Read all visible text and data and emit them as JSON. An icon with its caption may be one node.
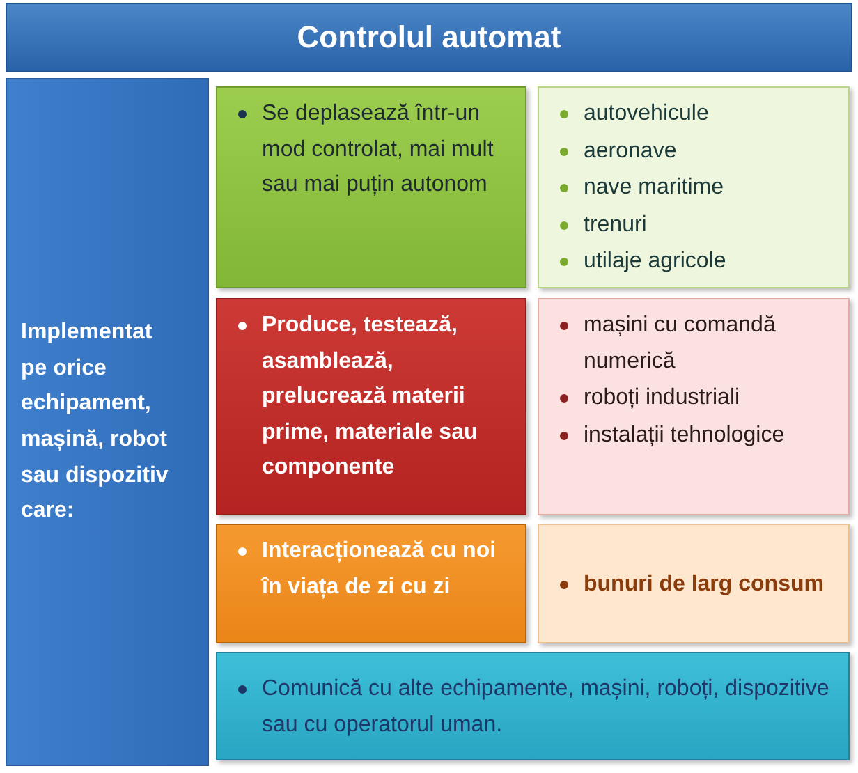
{
  "diagram": {
    "nodes": [
      {
        "text": [
          "Controlul automat"
        ]
      },
      {
        "text": [
          "Implementat pe orice echipament, mașină, robot sau dispozitiv care:"
        ]
      },
      {
        "text": [
          "Se deplasează într-un mod controlat, mai mult sau mai puțin autonom"
        ]
      },
      {
        "text": [
          "autovehicule",
          "aeronave",
          "nave maritime",
          "trenuri",
          "utilaje agricole"
        ]
      },
      {
        "text": [
          "Produce, testează, asamblează, prelucrează materii prime, materiale sau componente"
        ]
      },
      {
        "text": [
          "mașini cu comandă numerică",
          "roboți industriali",
          "instalații tehnologice"
        ]
      },
      {
        "text": [
          "Interacționează cu noi în viața de zi cu zi"
        ]
      },
      {
        "text": [
          "bunuri de larg consum"
        ]
      },
      {
        "text": [
          "Comunică cu alte echipamente, mașini, roboți, dispozitive sau cu operatorul uman."
        ]
      }
    ]
  }
}
